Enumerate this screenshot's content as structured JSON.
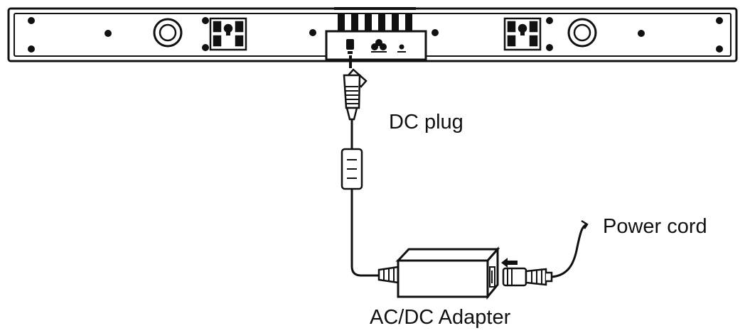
{
  "labels": {
    "dc_plug": "DC plug",
    "power_cord": "Power cord",
    "ac_dc_adapter": "AC/DC Adapter"
  },
  "colors": {
    "line": "#111111",
    "fill": "#ffffff",
    "dark": "#222222"
  }
}
